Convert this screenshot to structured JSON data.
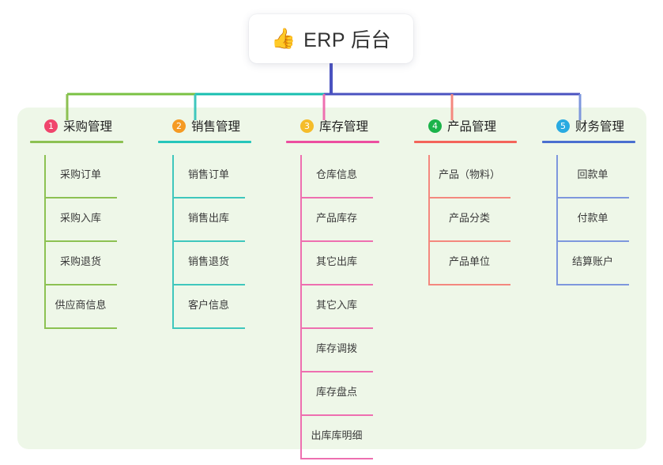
{
  "root": {
    "icon": "thumbs-up-icon",
    "icon_glyph": "👍",
    "title": "ERP 后台"
  },
  "theme": {
    "page_background": "#ffffff",
    "panel_background": "#eef7e8",
    "root_stem_color": "#4a52c0",
    "bus_segment_1": "#7ac143",
    "bus_segment_2": "#18bfb0",
    "bus_segment_3": "#4a52c0",
    "text_color": "#323232"
  },
  "columns": [
    {
      "number": "1",
      "badge_color": "#f0456c",
      "title": "采购管理",
      "rule_color": "#8cc152",
      "line_color": "#8cc152",
      "items": [
        "采购订单",
        "采购入库",
        "采购退货",
        "供应商信息"
      ]
    },
    {
      "number": "2",
      "badge_color": "#f59a23",
      "title": "销售管理",
      "rule_color": "#25c6bb",
      "line_color": "#3fc7bd",
      "items": [
        "销售订单",
        "销售出库",
        "销售退货",
        "客户信息"
      ]
    },
    {
      "number": "3",
      "badge_color": "#f5bc2a",
      "title": "库存管理",
      "rule_color": "#ec4ea0",
      "line_color": "#ee6fb0",
      "items": [
        "仓库信息",
        "产品库存",
        "其它出库",
        "其它入库",
        "库存调拨",
        "库存盘点",
        "出库库明细"
      ]
    },
    {
      "number": "4",
      "badge_color": "#1bb34a",
      "title": "产品管理",
      "rule_color": "#f4645a",
      "line_color": "#f4887e",
      "items": [
        "产品（物料）",
        "产品分类",
        "产品单位"
      ]
    },
    {
      "number": "5",
      "badge_color": "#29aae1",
      "title": "财务管理",
      "rule_color": "#4a6fd0",
      "line_color": "#7e97dd",
      "items": [
        "回款单",
        "付款单",
        "结算账户"
      ]
    }
  ]
}
